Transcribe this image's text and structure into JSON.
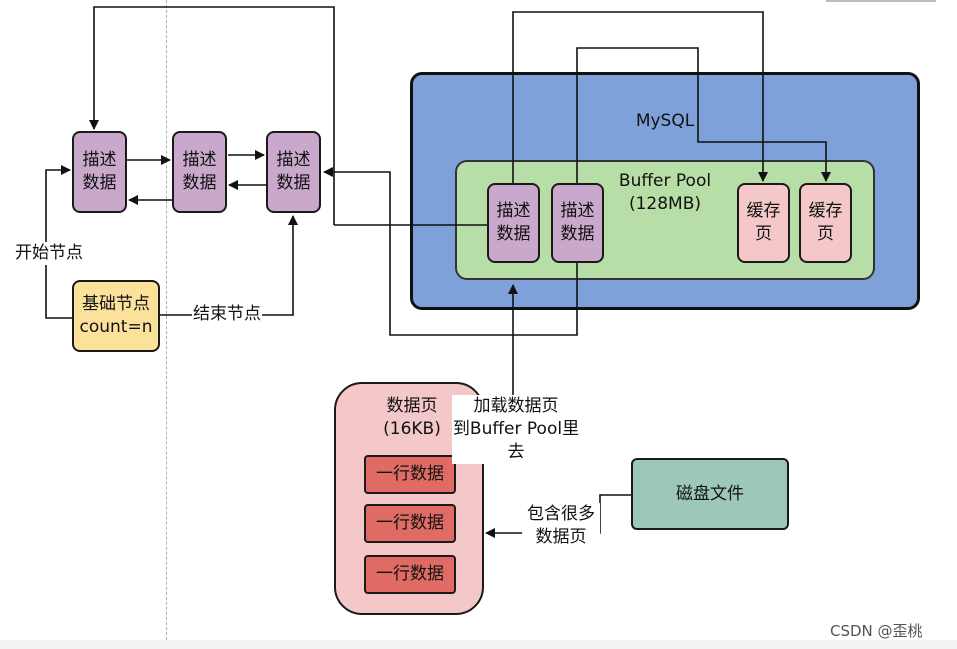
{
  "mysql": {
    "title": "MySQL"
  },
  "buffer_pool": {
    "title": "Buffer Pool\n(128MB)"
  },
  "descriptor_blocks": [
    {
      "label": "描述\n数据"
    },
    {
      "label": "描述\n数据"
    },
    {
      "label": "描述\n数据"
    },
    {
      "label": "描述\n数据"
    },
    {
      "label": "描述\n数据"
    }
  ],
  "cache_pages": [
    {
      "label": "缓存页"
    },
    {
      "label": "缓存页"
    }
  ],
  "base_node": {
    "label": "基础节点\ncount=n"
  },
  "labels": {
    "start_node": "开始节点",
    "end_node": "结束节点",
    "load_into_pool": "加载数据页\n到Buffer Pool里去",
    "contains_pages": "包含很多\n数据页"
  },
  "data_page": {
    "title": "数据页\n(16KB)"
  },
  "rows": [
    {
      "label": "一行数据"
    },
    {
      "label": "一行数据"
    },
    {
      "label": "一行数据"
    }
  ],
  "disk_file": {
    "label": "磁盘文件"
  },
  "watermark": "CSDN @歪桃"
}
